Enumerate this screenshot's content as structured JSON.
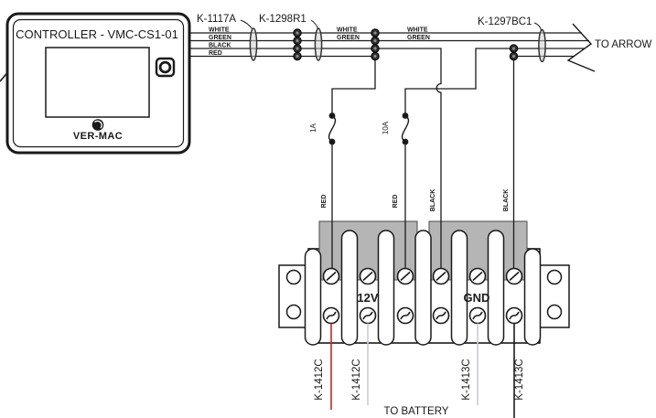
{
  "controller": {
    "title": "CONTROLLER - VMC-CS1-01",
    "brand": "VER-MAC"
  },
  "cables": {
    "k1": "K-1117A",
    "k2": "K-1298R1",
    "k3": "K-1297BC1"
  },
  "wire_labels": {
    "set1": [
      "WHITE",
      "GREEN",
      "BLACK",
      "RED"
    ],
    "set2": [
      "WHITE",
      "GREEN"
    ],
    "set3": [
      "WHITE",
      "GREEN"
    ]
  },
  "fuses": {
    "f1": "1A",
    "f2": "10A"
  },
  "drops": [
    "RED",
    "RED",
    "BLACK",
    "BLACK"
  ],
  "terminal": {
    "v12": "12V",
    "gnd": "GND"
  },
  "bottom": {
    "left_black": "K-1412C",
    "left_gray": "K-1412C",
    "right_gray": "K-1413C",
    "right_black": "K-1413C"
  },
  "dest": {
    "arrow": "TO ARROW",
    "battery": "TO BATTERY"
  },
  "colors": {
    "line": "#1a1a1a",
    "red_wire": "#d52020",
    "gray_wire": "#c9ccd0",
    "comb": "#b5b5b5"
  }
}
